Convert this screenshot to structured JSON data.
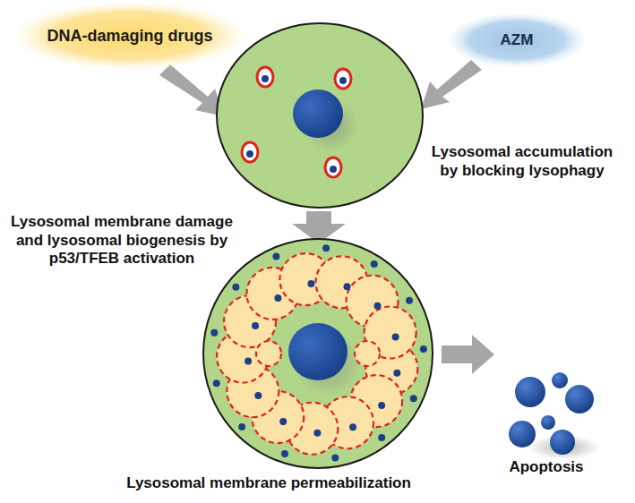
{
  "diagram": {
    "nodes": [
      {
        "text": [
          "DNA-damaging drugs"
        ]
      },
      {
        "text": [
          "AZM"
        ]
      }
    ],
    "labels": [
      "Lysosomal membrane damage and lysosomal biogenesis by p53/TFEB activation",
      "Lysosomal accumulation by blocking lysophagy",
      "Lysosomal membrane permeabilization",
      "Apoptosis"
    ]
  }
}
